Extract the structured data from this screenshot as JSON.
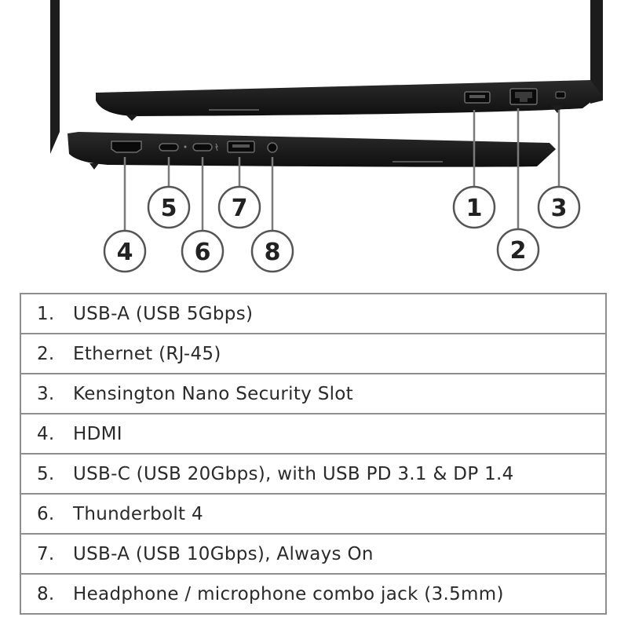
{
  "callouts": [
    "1",
    "2",
    "3",
    "4",
    "5",
    "6",
    "7",
    "8"
  ],
  "ports": [
    {
      "number": "1.",
      "label": "USB-A (USB 5Gbps)"
    },
    {
      "number": "2.",
      "label": "Ethernet (RJ-45)"
    },
    {
      "number": "3.",
      "label": "Kensington Nano Security Slot"
    },
    {
      "number": "4.",
      "label": "HDMI"
    },
    {
      "number": "5.",
      "label": "USB-C (USB 20Gbps), with USB PD 3.1 & DP 1.4"
    },
    {
      "number": "6.",
      "label": "Thunderbolt 4"
    },
    {
      "number": "7.",
      "label": "USB-A (USB 10Gbps), Always On"
    },
    {
      "number": "8.",
      "label": "Headphone / microphone combo jack (3.5mm)"
    }
  ],
  "colors": {
    "laptop_body": "#1c1c1c",
    "leader_line": "#7a7a7a",
    "callout_border": "#555555",
    "table_border": "#8e8e8e"
  },
  "icons": [
    "usb-a-port-icon",
    "ethernet-port-icon",
    "security-slot-icon",
    "hdmi-port-icon",
    "usb-c-port-icon",
    "thunderbolt-port-icon",
    "audio-jack-icon"
  ]
}
